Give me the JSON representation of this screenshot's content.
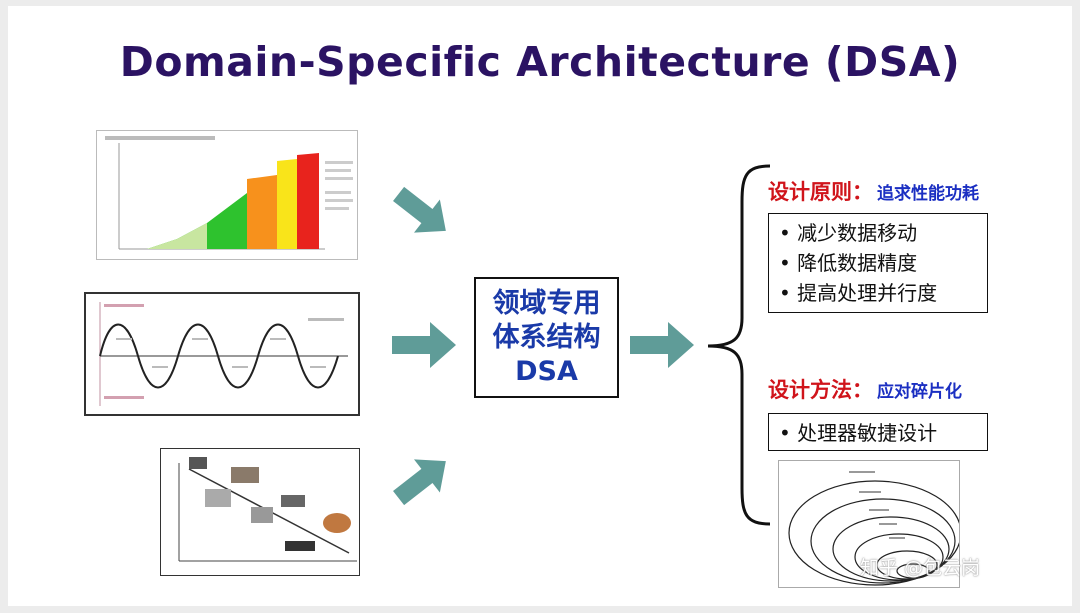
{
  "title": "Domain-Specific Architecture (DSA)",
  "center_box": {
    "line1": "领域专用",
    "line2": "体系结构",
    "line3": "DSA"
  },
  "principle": {
    "heading": "设计原则：",
    "subheading": "追求性能功耗",
    "items": [
      "减少数据移动",
      "降低数据精度",
      "提高处理并行度"
    ]
  },
  "method": {
    "heading": "设计方法：",
    "subheading": "应对碎片化",
    "items": [
      "处理器敏捷设计"
    ]
  },
  "watermark": "知乎 @包云岗",
  "colors": {
    "title": "#2b1363",
    "center_text": "#1a3aa8",
    "heading_red": "#d0141b",
    "heading_blue": "#1b2fc2",
    "arrow": "#5f9c98"
  }
}
